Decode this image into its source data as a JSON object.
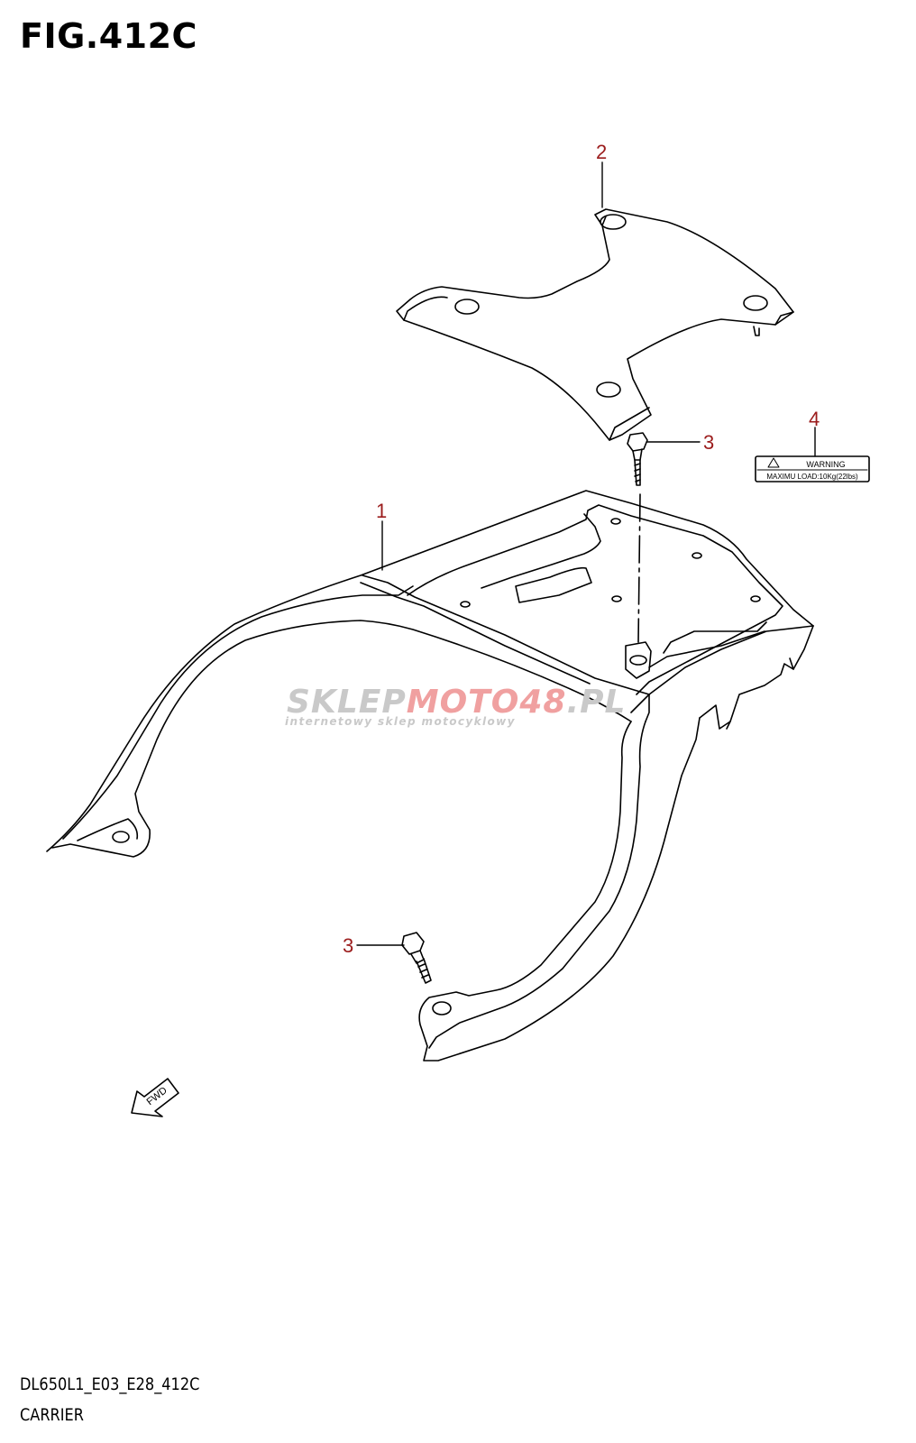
{
  "figure": {
    "title": "FIG.412C"
  },
  "callouts": {
    "c1": "1",
    "c2": "2",
    "c3a": "3",
    "c3b": "3",
    "c4": "4"
  },
  "label_sticker": {
    "heading": "WARNING",
    "text": "MAXIMU LOAD:10Kg(22lbs)"
  },
  "fwd_arrow": {
    "text": "FWD",
    "icon": "fwd-arrow-icon"
  },
  "watermark": {
    "brand_a": "SKLEP",
    "brand_b": "MOTO",
    "brand_c": "48",
    "brand_d": ".PL",
    "tagline": "internetowy sklep motocyklowy",
    "colors": {
      "gray": "#c9c9c9",
      "red": "#f0a0a0"
    }
  },
  "footer": {
    "model_code": "DL650L1_E03_E28_412C",
    "section": "CARRIER"
  },
  "colors": {
    "callout": "#9b1c1c",
    "line": "#000000"
  }
}
